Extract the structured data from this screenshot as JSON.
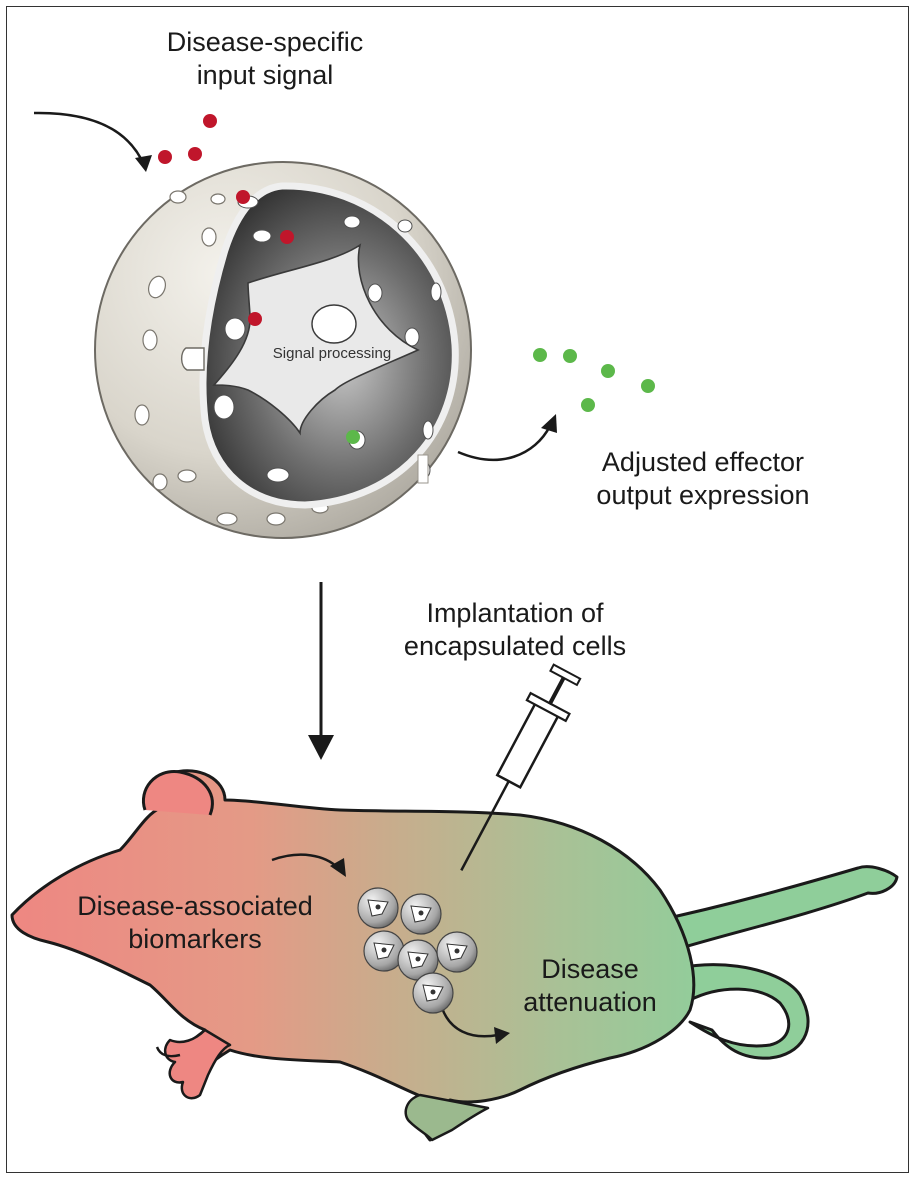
{
  "labels": {
    "input_signal": [
      "Disease-specific",
      "input signal"
    ],
    "output_expression": [
      "Adjusted effector",
      "output expression"
    ],
    "signal_processing": "Signal processing",
    "implantation": [
      "Implantation of",
      "encapsulated cells"
    ],
    "biomarkers": [
      "Disease-associated",
      "biomarkers"
    ],
    "attenuation": [
      "Disease",
      "attenuation"
    ]
  },
  "colors": {
    "input_molecule": "#c0162b",
    "output_molecule": "#5cb84a",
    "mouse_head": "#ea8a82",
    "mouse_body": "#c4b48c",
    "mouse_tail": "#8fce9a",
    "capsule_shell": "#e2ded6"
  },
  "icons": [
    "arrow-icon",
    "syringe-icon",
    "capsule-icon",
    "cell-icon",
    "mouse-icon"
  ]
}
